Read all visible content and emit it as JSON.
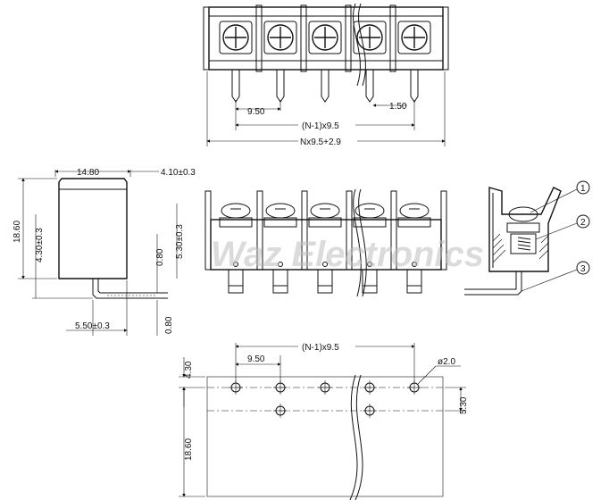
{
  "watermark": "Waz Electronics",
  "top_view": {
    "pitch_label": "9.50",
    "pitch_formula": "(N-1)x9.5",
    "pin_width": "1.50",
    "total_length": "Nx9.5+2.9"
  },
  "side_view": {
    "width": "14.80",
    "height": "18.60",
    "lower_height": "4.30±0.3",
    "right_offset": "4.10±0.3",
    "pin_thickness": "0.80",
    "mid_height": "5.30±0.3",
    "pin_extension": "5.50±0.3",
    "pin_width_bottom": "0.80"
  },
  "callouts": [
    "1",
    "2",
    "3"
  ],
  "pcb_layout": {
    "pitch_formula": "(N-1)x9.5",
    "pitch_label": "9.50",
    "hole_diameter": "ø2.0",
    "top_offset": "4.30",
    "row_spacing": "5.30",
    "depth": "18.60"
  }
}
